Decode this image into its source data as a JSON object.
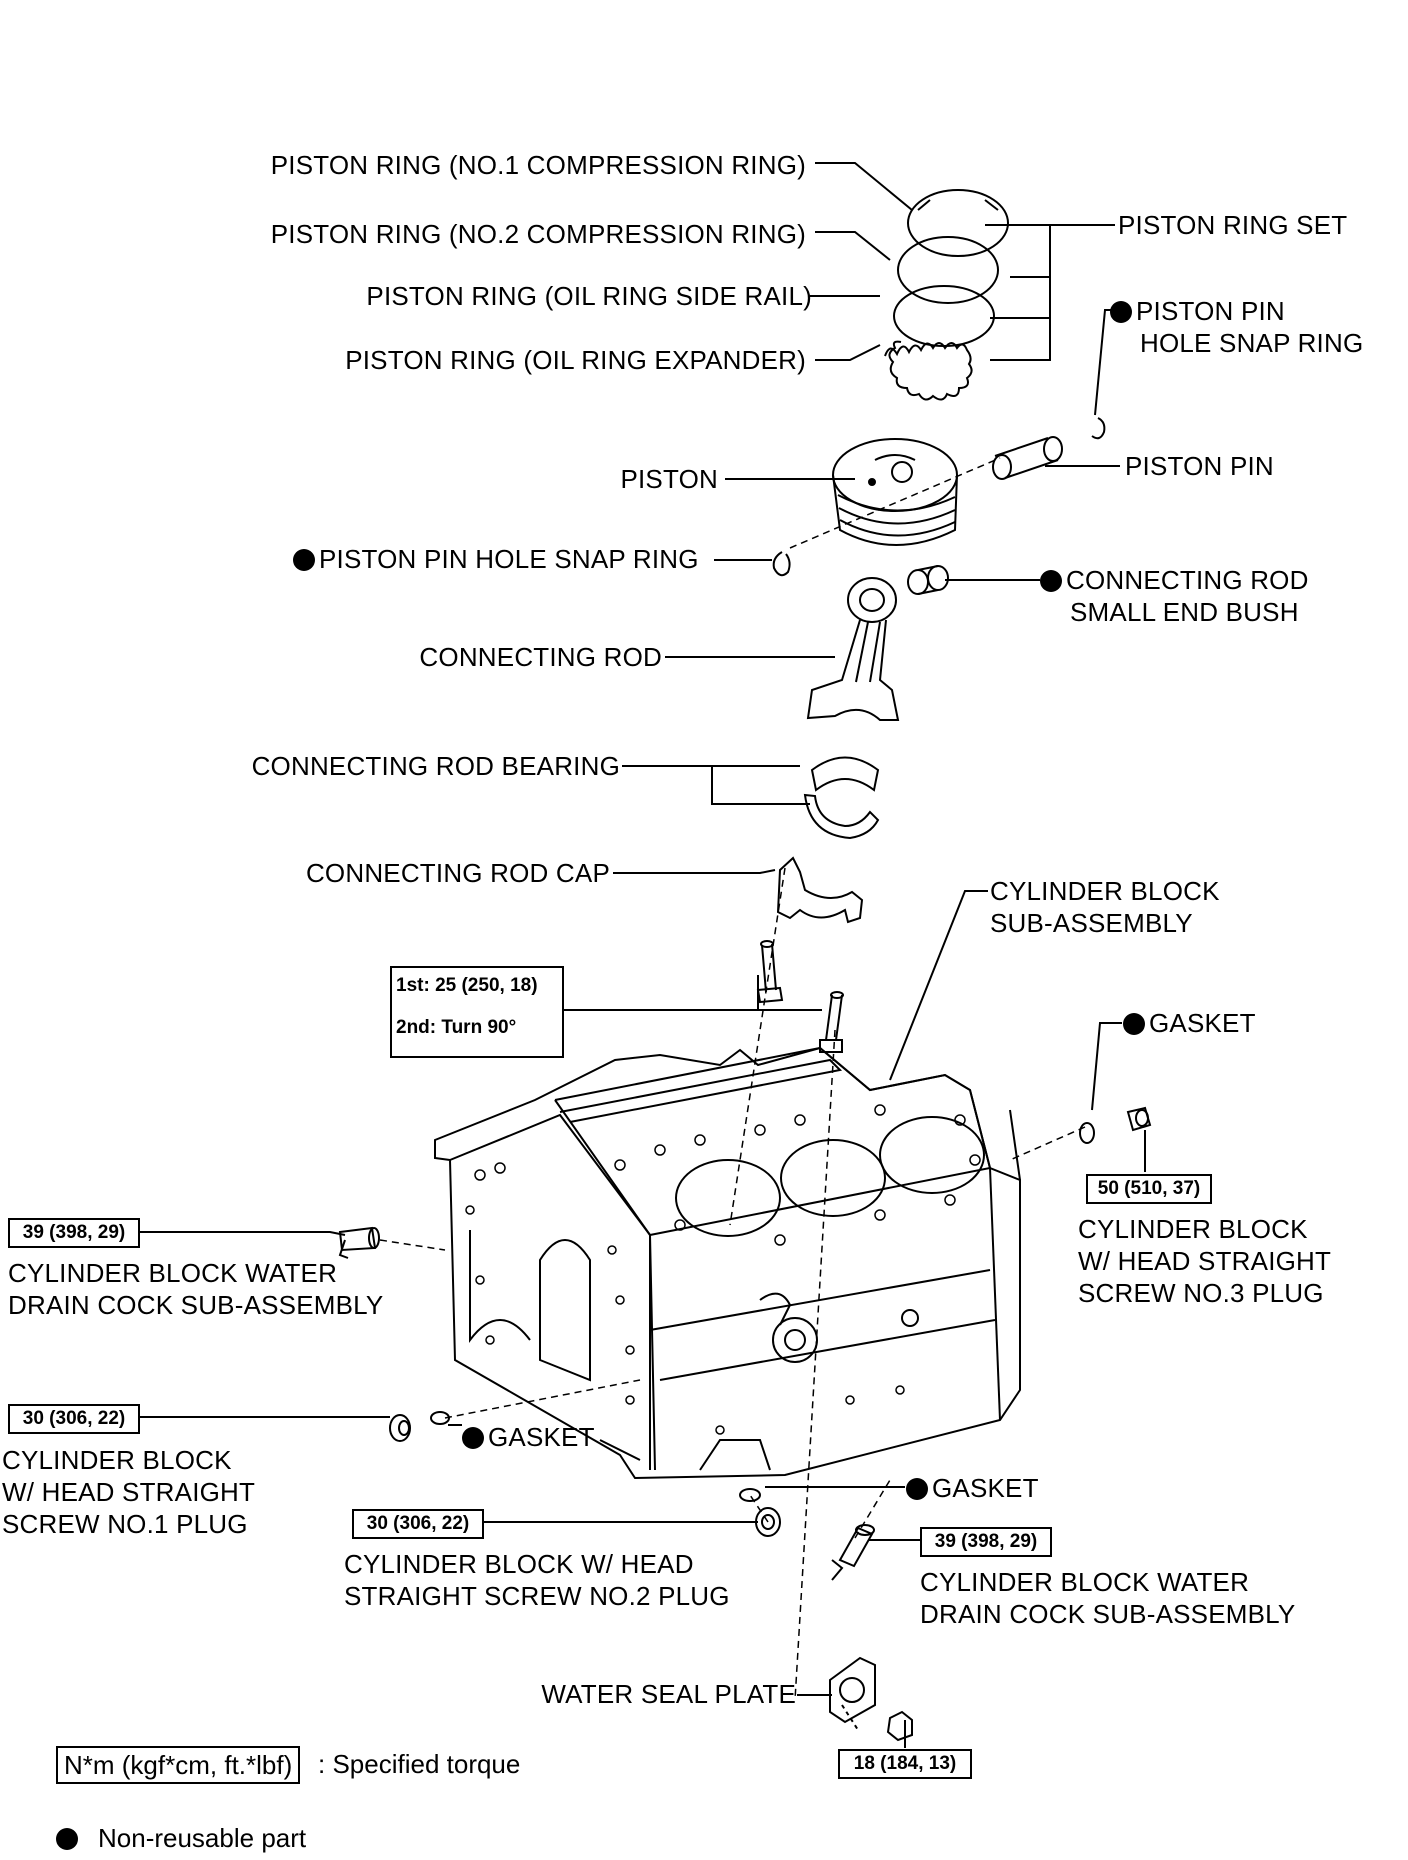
{
  "labels": {
    "piston_ring_no1": "PISTON RING (NO.1 COMPRESSION RING)",
    "piston_ring_no2": "PISTON RING (NO.2 COMPRESSION RING)",
    "piston_ring_side_rail": "PISTON RING (OIL RING SIDE RAIL)",
    "piston_ring_expander": "PISTON RING (OIL RING EXPANDER)",
    "piston_ring_set": "PISTON RING SET",
    "piston_pin_hole_snap_ring_top_1": "PISTON PIN",
    "piston_pin_hole_snap_ring_top_2": "HOLE SNAP RING",
    "piston_pin": "PISTON PIN",
    "piston": "PISTON",
    "piston_pin_hole_snap_ring_left": "PISTON PIN HOLE SNAP RING",
    "conrod_small_end_bush_1": "CONNECTING ROD",
    "conrod_small_end_bush_2": "SMALL END BUSH",
    "connecting_rod": "CONNECTING ROD",
    "connecting_rod_bearing": "CONNECTING ROD BEARING",
    "connecting_rod_cap": "CONNECTING ROD CAP",
    "cylinder_block_1": "CYLINDER BLOCK",
    "cylinder_block_2": "SUB-ASSEMBLY",
    "gasket_top": "GASKET",
    "no3_plug_1": "CYLINDER BLOCK",
    "no3_plug_2": "W/ HEAD STRAIGHT",
    "no3_plug_3": "SCREW NO.3 PLUG",
    "drain_cock_left_1": "CYLINDER BLOCK WATER",
    "drain_cock_left_2": "DRAIN COCK SUB-ASSEMBLY",
    "no1_plug_1": "CYLINDER BLOCK",
    "no1_plug_2": "W/ HEAD STRAIGHT",
    "no1_plug_3": "SCREW NO.1 PLUG",
    "gasket_left": "GASKET",
    "gasket_bottom": "GASKET",
    "no2_plug_1": "CYLINDER BLOCK W/ HEAD",
    "no2_plug_2": "STRAIGHT SCREW NO.2 PLUG",
    "drain_cock_right_1": "CYLINDER BLOCK WATER",
    "drain_cock_right_2": "DRAIN COCK SUB-ASSEMBLY",
    "water_seal_plate": "WATER SEAL PLATE"
  },
  "torque": {
    "conrod_1st": "1st: 25 (250, 18)",
    "conrod_2nd": "2nd: Turn 90°",
    "no3_plug": "50 (510, 37)",
    "drain_cock_left": "39 (398, 29)",
    "no1_plug": "30 (306, 22)",
    "no2_plug": "30 (306, 22)",
    "drain_cock_right": "39 (398, 29)",
    "water_seal_plate": "18 (184, 13)"
  },
  "legend": {
    "unit_box": "N*m (kgf*cm, ft.*lbf)",
    "unit_text": ": Specified torque",
    "non_reusable": "Non-reusable part"
  }
}
